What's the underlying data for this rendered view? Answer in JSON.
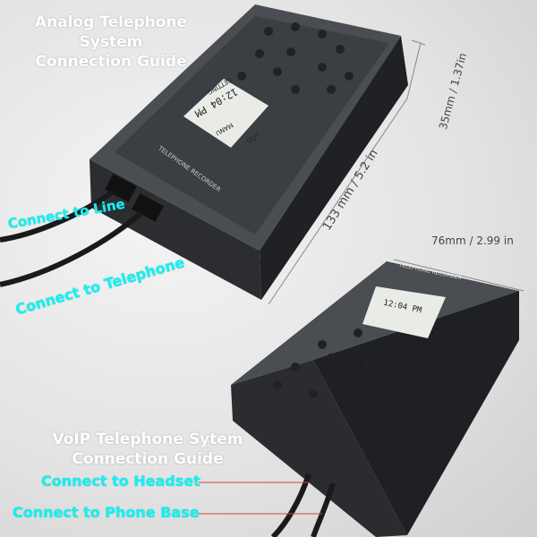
{
  "analog_guide": {
    "title_line1": "Analog Telephone System",
    "title_line2": "Connection Guide",
    "connect_line": "Connect to Line",
    "connect_telephone": "Connect to Telephone"
  },
  "voip_guide": {
    "title_line1": "VoIP Telephone Sytem",
    "title_line2": "Connection Guide",
    "connect_headset": "Connect to Headset",
    "connect_phone_base": "Connect to Phone Base"
  },
  "dimensions": {
    "height": "35mm / 1.37in",
    "length": "133 mm / 5.2 in",
    "width": "76mm / 2.99 in"
  },
  "device": {
    "label": "TELEPHONE RECORDER",
    "lcd_time": "12:04 PM",
    "lcd_mode": "MANU",
    "lcd_log": "LOG",
    "lcd_setting": "SETTING"
  },
  "colors": {
    "label_cyan": "#19f0f0",
    "pointer_red": "#d84040",
    "device_body": "#3a3c40"
  }
}
